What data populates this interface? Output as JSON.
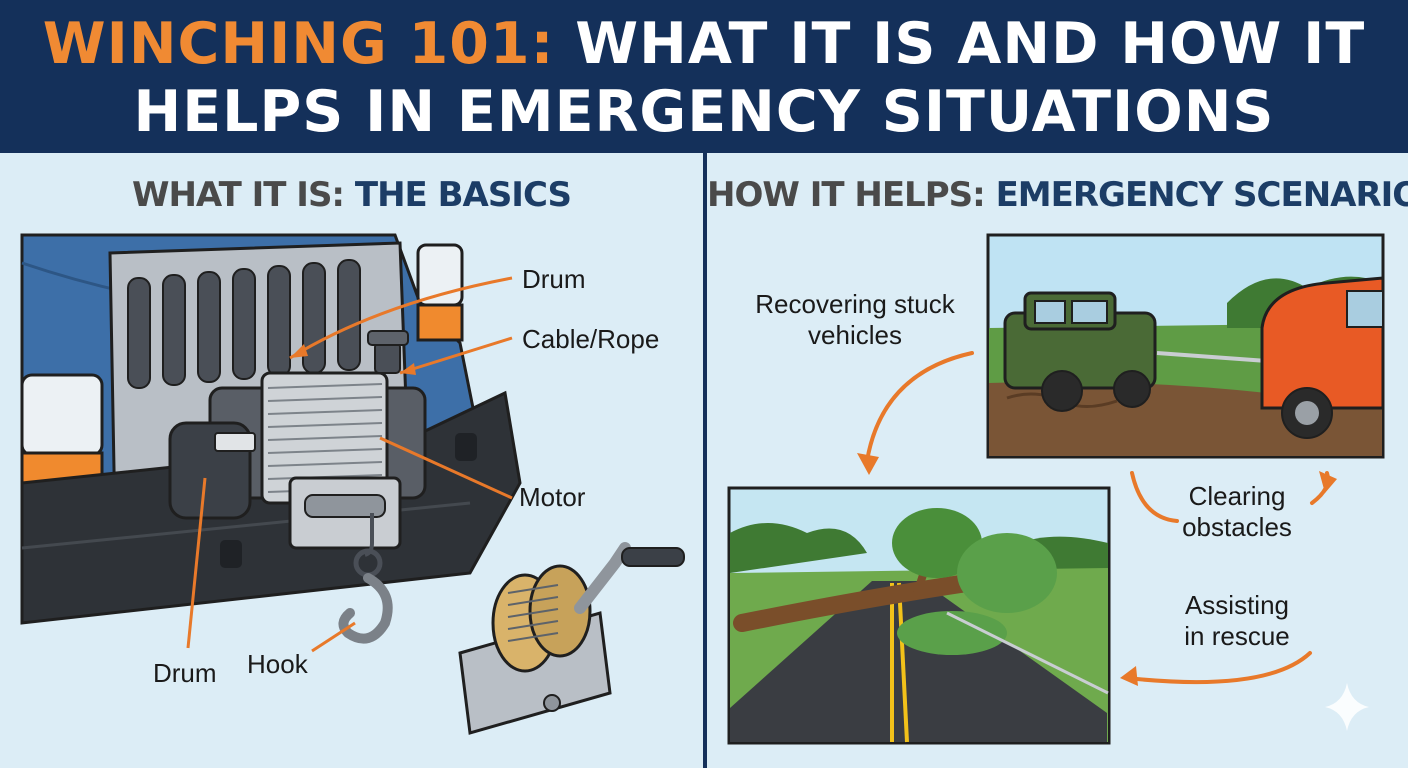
{
  "header": {
    "title_accent": "WINCHING 101:",
    "title_rest": "WHAT IT IS AND HOW IT",
    "title_line2": "HELPS IN EMERGENCY SITUATIONS"
  },
  "left_panel": {
    "heading_dark": "WHAT IT IS:",
    "heading_blue": "THE BASICS",
    "labels": {
      "drum_top": "Drum",
      "cable_rope": "Cable/Rope",
      "motor": "Motor",
      "drum_bottom": "Drum",
      "hook": "Hook"
    }
  },
  "right_panel": {
    "heading_dark": "HOW IT HELPS:",
    "heading_blue": "EMERGENCY SCENARIOS",
    "scenarios": {
      "recovering_1": "Recovering stuck",
      "recovering_2": "vehicles",
      "clearing_1": "Clearing",
      "clearing_2": "obstacles",
      "assisting_1": "Assisting",
      "assisting_2": "in rescue"
    }
  },
  "colors": {
    "header_bg": "#14305a",
    "accent_orange": "#f08a33",
    "panel_bg": "#dcedf6",
    "heading_blue": "#1c3d66"
  },
  "icons": [
    "winch-icon",
    "hand-winch-icon",
    "stuck-vehicle-scene-icon",
    "fallen-tree-scene-icon",
    "curved-arrow-icon",
    "sparkle-icon"
  ]
}
